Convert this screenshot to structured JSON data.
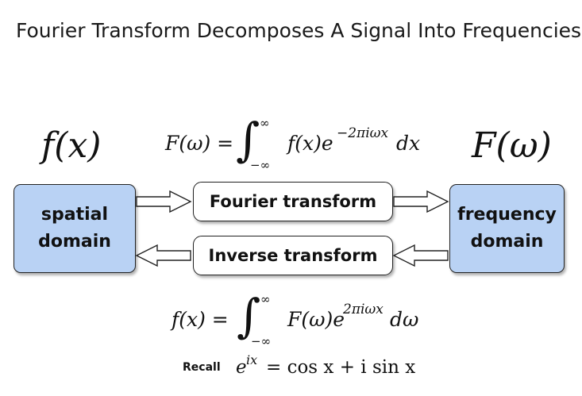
{
  "title": "Fourier Transform Decomposes A Signal Into Frequencies",
  "left_symbol": "f(x)",
  "right_symbol": "F(ω)",
  "forward_formula": {
    "lhs": "F(ω) =",
    "upper_limit": "∞",
    "lower_limit": "−∞",
    "integrand": "f(x)e",
    "exponent": "−2πiωx",
    "differential": "dx"
  },
  "inverse_formula": {
    "lhs": "f(x) =",
    "upper_limit": "∞",
    "lower_limit": "−∞",
    "integrand": "F(ω)e",
    "exponent": "2πiωx",
    "differential": "dω"
  },
  "boxes": {
    "spatial": "spatial domain",
    "frequency": "frequency domain"
  },
  "transforms": {
    "forward": "Fourier transform",
    "inverse": "Inverse transform"
  },
  "recall": {
    "label": "Recall",
    "base": "e",
    "exponent": "ix",
    "rhs": "= cos x + i sin x"
  },
  "colors": {
    "box_fill": "#b9d2f4",
    "outline": "#222222"
  }
}
